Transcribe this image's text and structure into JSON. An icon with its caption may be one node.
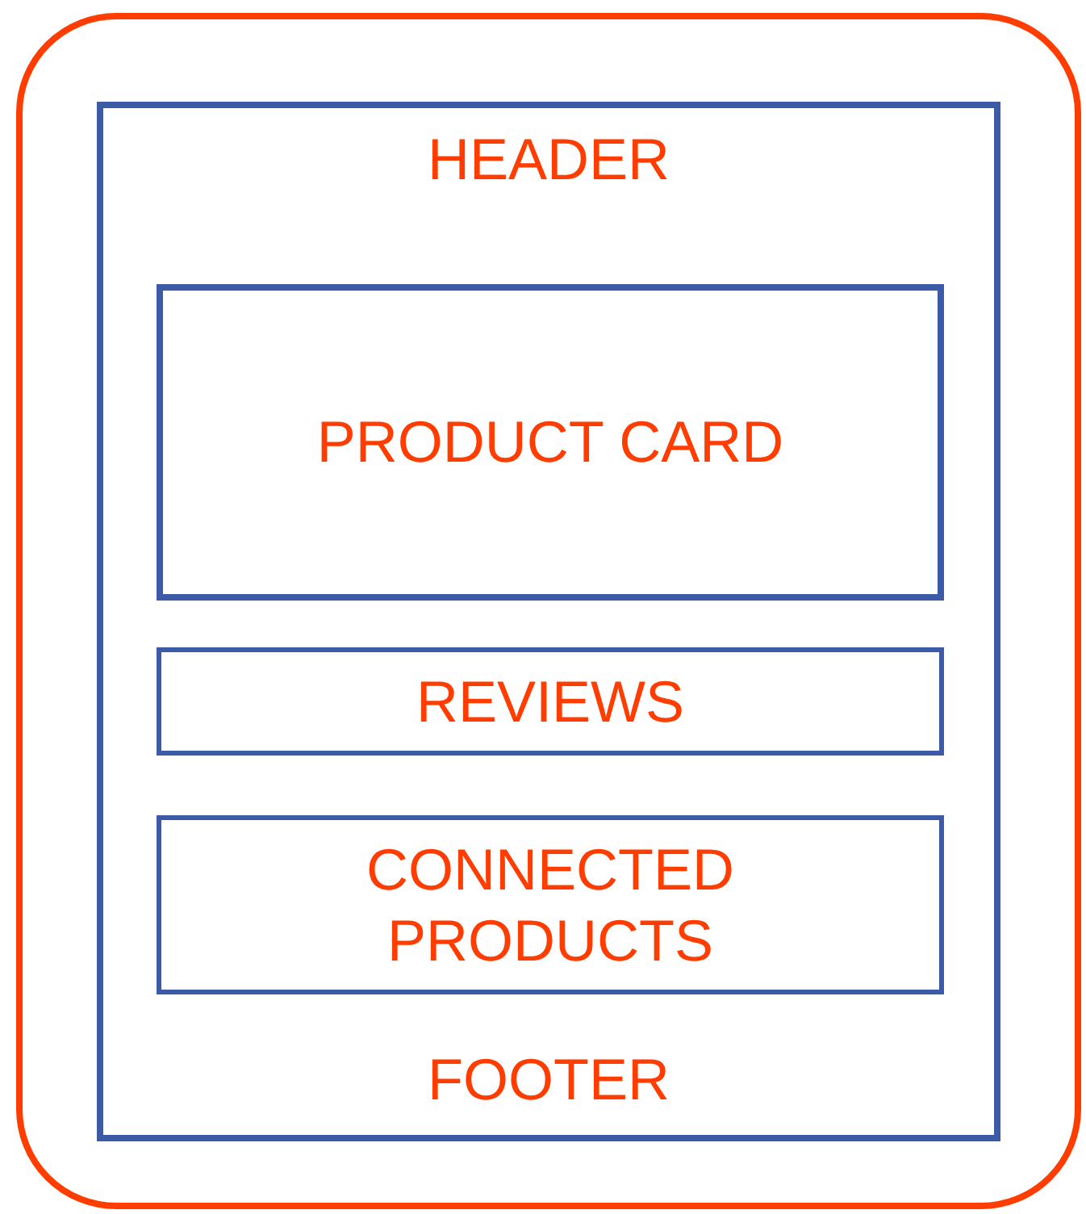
{
  "diagram": {
    "nodes": [
      {
        "text": [],
        "shape": "box"
      },
      {
        "text": [
          "HEADER",
          "FOOTER"
        ],
        "in": 0
      },
      {
        "text": [
          "PRODUCT CARD"
        ],
        "in": 1
      },
      {
        "text": [
          "REVIEWS"
        ],
        "in": 1
      },
      {
        "text": [
          "CONNECTED PRODUCTS"
        ],
        "in": 1
      }
    ]
  }
}
